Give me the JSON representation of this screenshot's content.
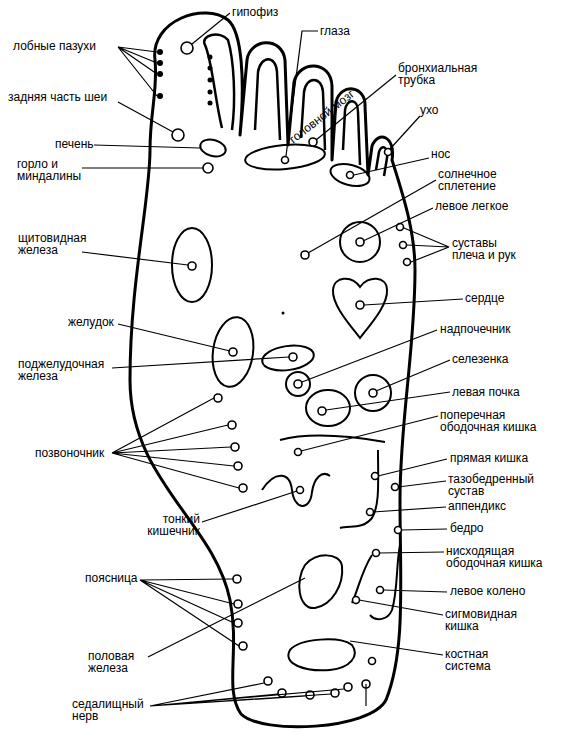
{
  "diagram": {
    "labels": [
      "лобные пазухи",
      "гипофиз",
      "глаза",
      "бронхиальная трубка",
      "головной мозг",
      "задняя часть шеи",
      "ухо",
      "печень",
      "горло и миндалины",
      "нос",
      "солнечное сплетение",
      "левое легкое",
      "щитовидная железа",
      "суставы плеча и рук",
      "сердце",
      "желудок",
      "поджелудочная железа",
      "надпочечник",
      "селезенка",
      "левая почка",
      "поперечная ободочная кишка",
      "позвоночник",
      "прямая кишка",
      "тазобедренный сустав",
      "тонкий кишечник",
      "аппендикс",
      "бедро",
      "нисходящая ободочная кишка",
      "левое колено",
      "поясница",
      "сигмовидная кишка",
      "половая железа",
      "костная система",
      "седалищный нерв"
    ]
  }
}
